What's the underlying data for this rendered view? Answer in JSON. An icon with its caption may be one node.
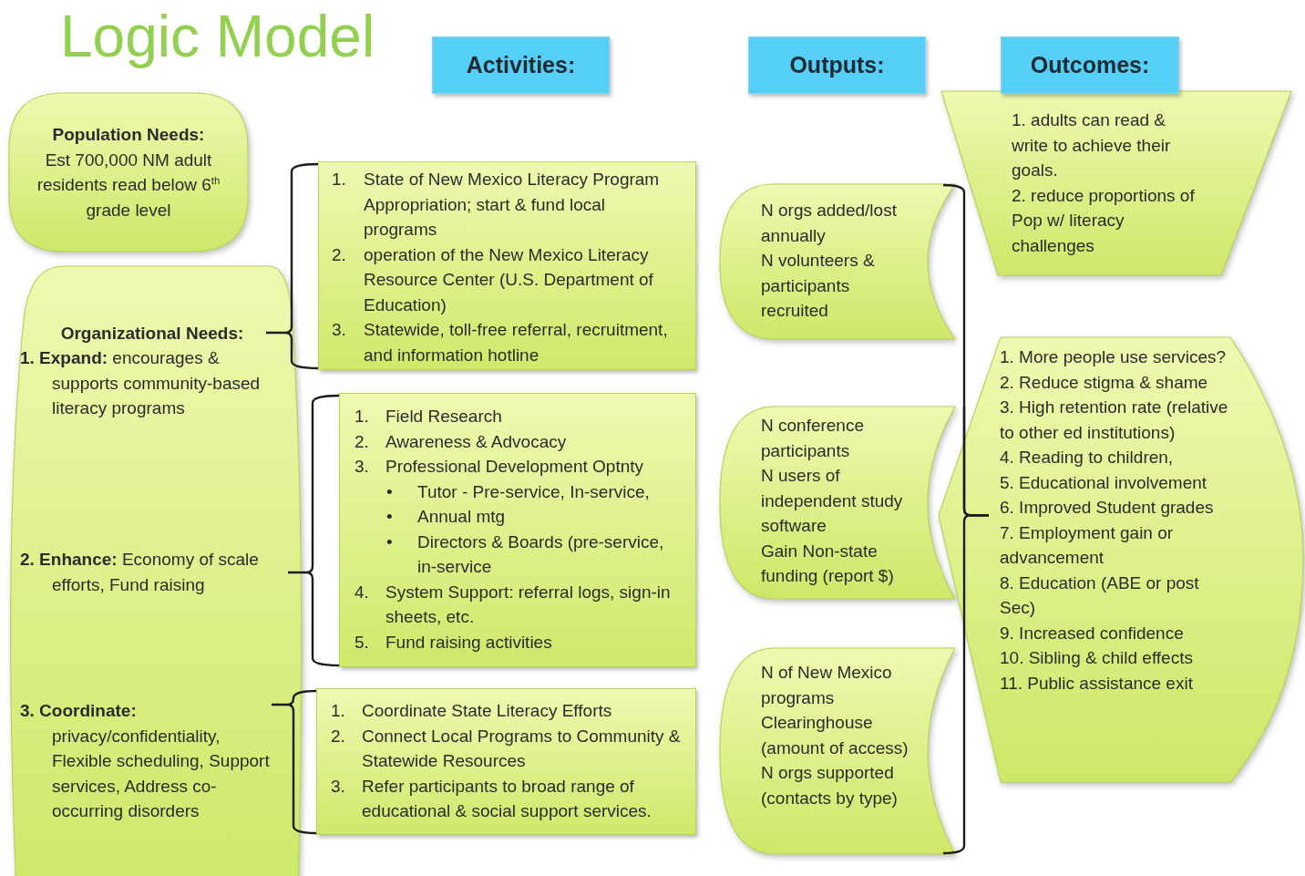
{
  "diagram": {
    "title": "Logic Model",
    "nodes": [
      {
        "text": [
          "Activities:"
        ]
      },
      {
        "text": [
          "Outputs:"
        ]
      },
      {
        "text": [
          "Outcomes:"
        ]
      },
      {
        "text": [
          "Population Needs:",
          "Est 700,000 NM adult residents read below 6$^{th}$ grade level"
        ]
      },
      {
        "text": [
          "Organizational Needs:",
          "**1. Expand:** encourages & supports community-based literacy programs",
          "**2. Enhance:** Economy of scale efforts, Fund raising",
          "**3. Coordinate:** privacy/confidentiality, Flexible scheduling, Support services, Address co-occurring disorders"
        ]
      },
      {
        "text": [
          "1. State of New Mexico Literacy Program Appropriation; start & fund local programs",
          "2. operation of the New Mexico Literacy Resource Center (U.S. Department of Education)",
          "3. Statewide, toll-free referral, recruitment, and information hotline"
        ]
      },
      {
        "text": [
          "1. Field Research",
          "2. Awareness & Advocacy",
          "3. Professional Development Optnty",
          "• Tutor - Pre-service, In-service,",
          "• Annual mtg",
          "• Directors & Boards (pre-service, in-service",
          "4. System Support: referral logs, sign-in sheets, etc.",
          "5. Fund raising activities"
        ]
      },
      {
        "text": [
          "1. Coordinate State Literacy Efforts",
          "2. Connect Local Programs to Community & Statewide Resources",
          "3. Refer participants to broad range of educational & social support services."
        ]
      },
      {
        "text": [
          "N orgs added/lost annually",
          "N volunteers & participants recruited"
        ]
      },
      {
        "text": [
          "N conference participants",
          "N users of independent study software",
          "Gain Non-state funding (report $)"
        ]
      },
      {
        "text": [
          "N of New Mexico programs",
          "Clearinghouse (amount of access)",
          "N orgs supported (contacts by type)"
        ]
      },
      {
        "text": [
          "1. adults can read & write to achieve their goals.",
          "2. reduce proportions of Pop w/ literacy challenges"
        ]
      },
      {
        "text": [
          "1. More people use services?",
          "2. Reduce stigma & shame",
          "3. High retention rate (relative to other ed institutions)",
          "4. Reading to children,",
          "5. Educational involvement",
          "6. Improved Student grades",
          "7. Employment gain or advancement",
          "8. Education (ABE or post Sec)",
          "9. Increased confidence",
          "10. Sibling & child effects",
          "11. Public assistance exit"
        ]
      }
    ],
    "edges": [
      {
        "from": 4,
        "to": 5,
        "arrow": "none"
      },
      {
        "from": 4,
        "to": 6,
        "arrow": "none"
      },
      {
        "from": 4,
        "to": 7,
        "arrow": "none"
      },
      {
        "from": 8,
        "to": 12,
        "arrow": "none"
      },
      {
        "from": 9,
        "to": 12,
        "arrow": "none"
      },
      {
        "from": 10,
        "to": 12,
        "arrow": "none"
      }
    ]
  }
}
